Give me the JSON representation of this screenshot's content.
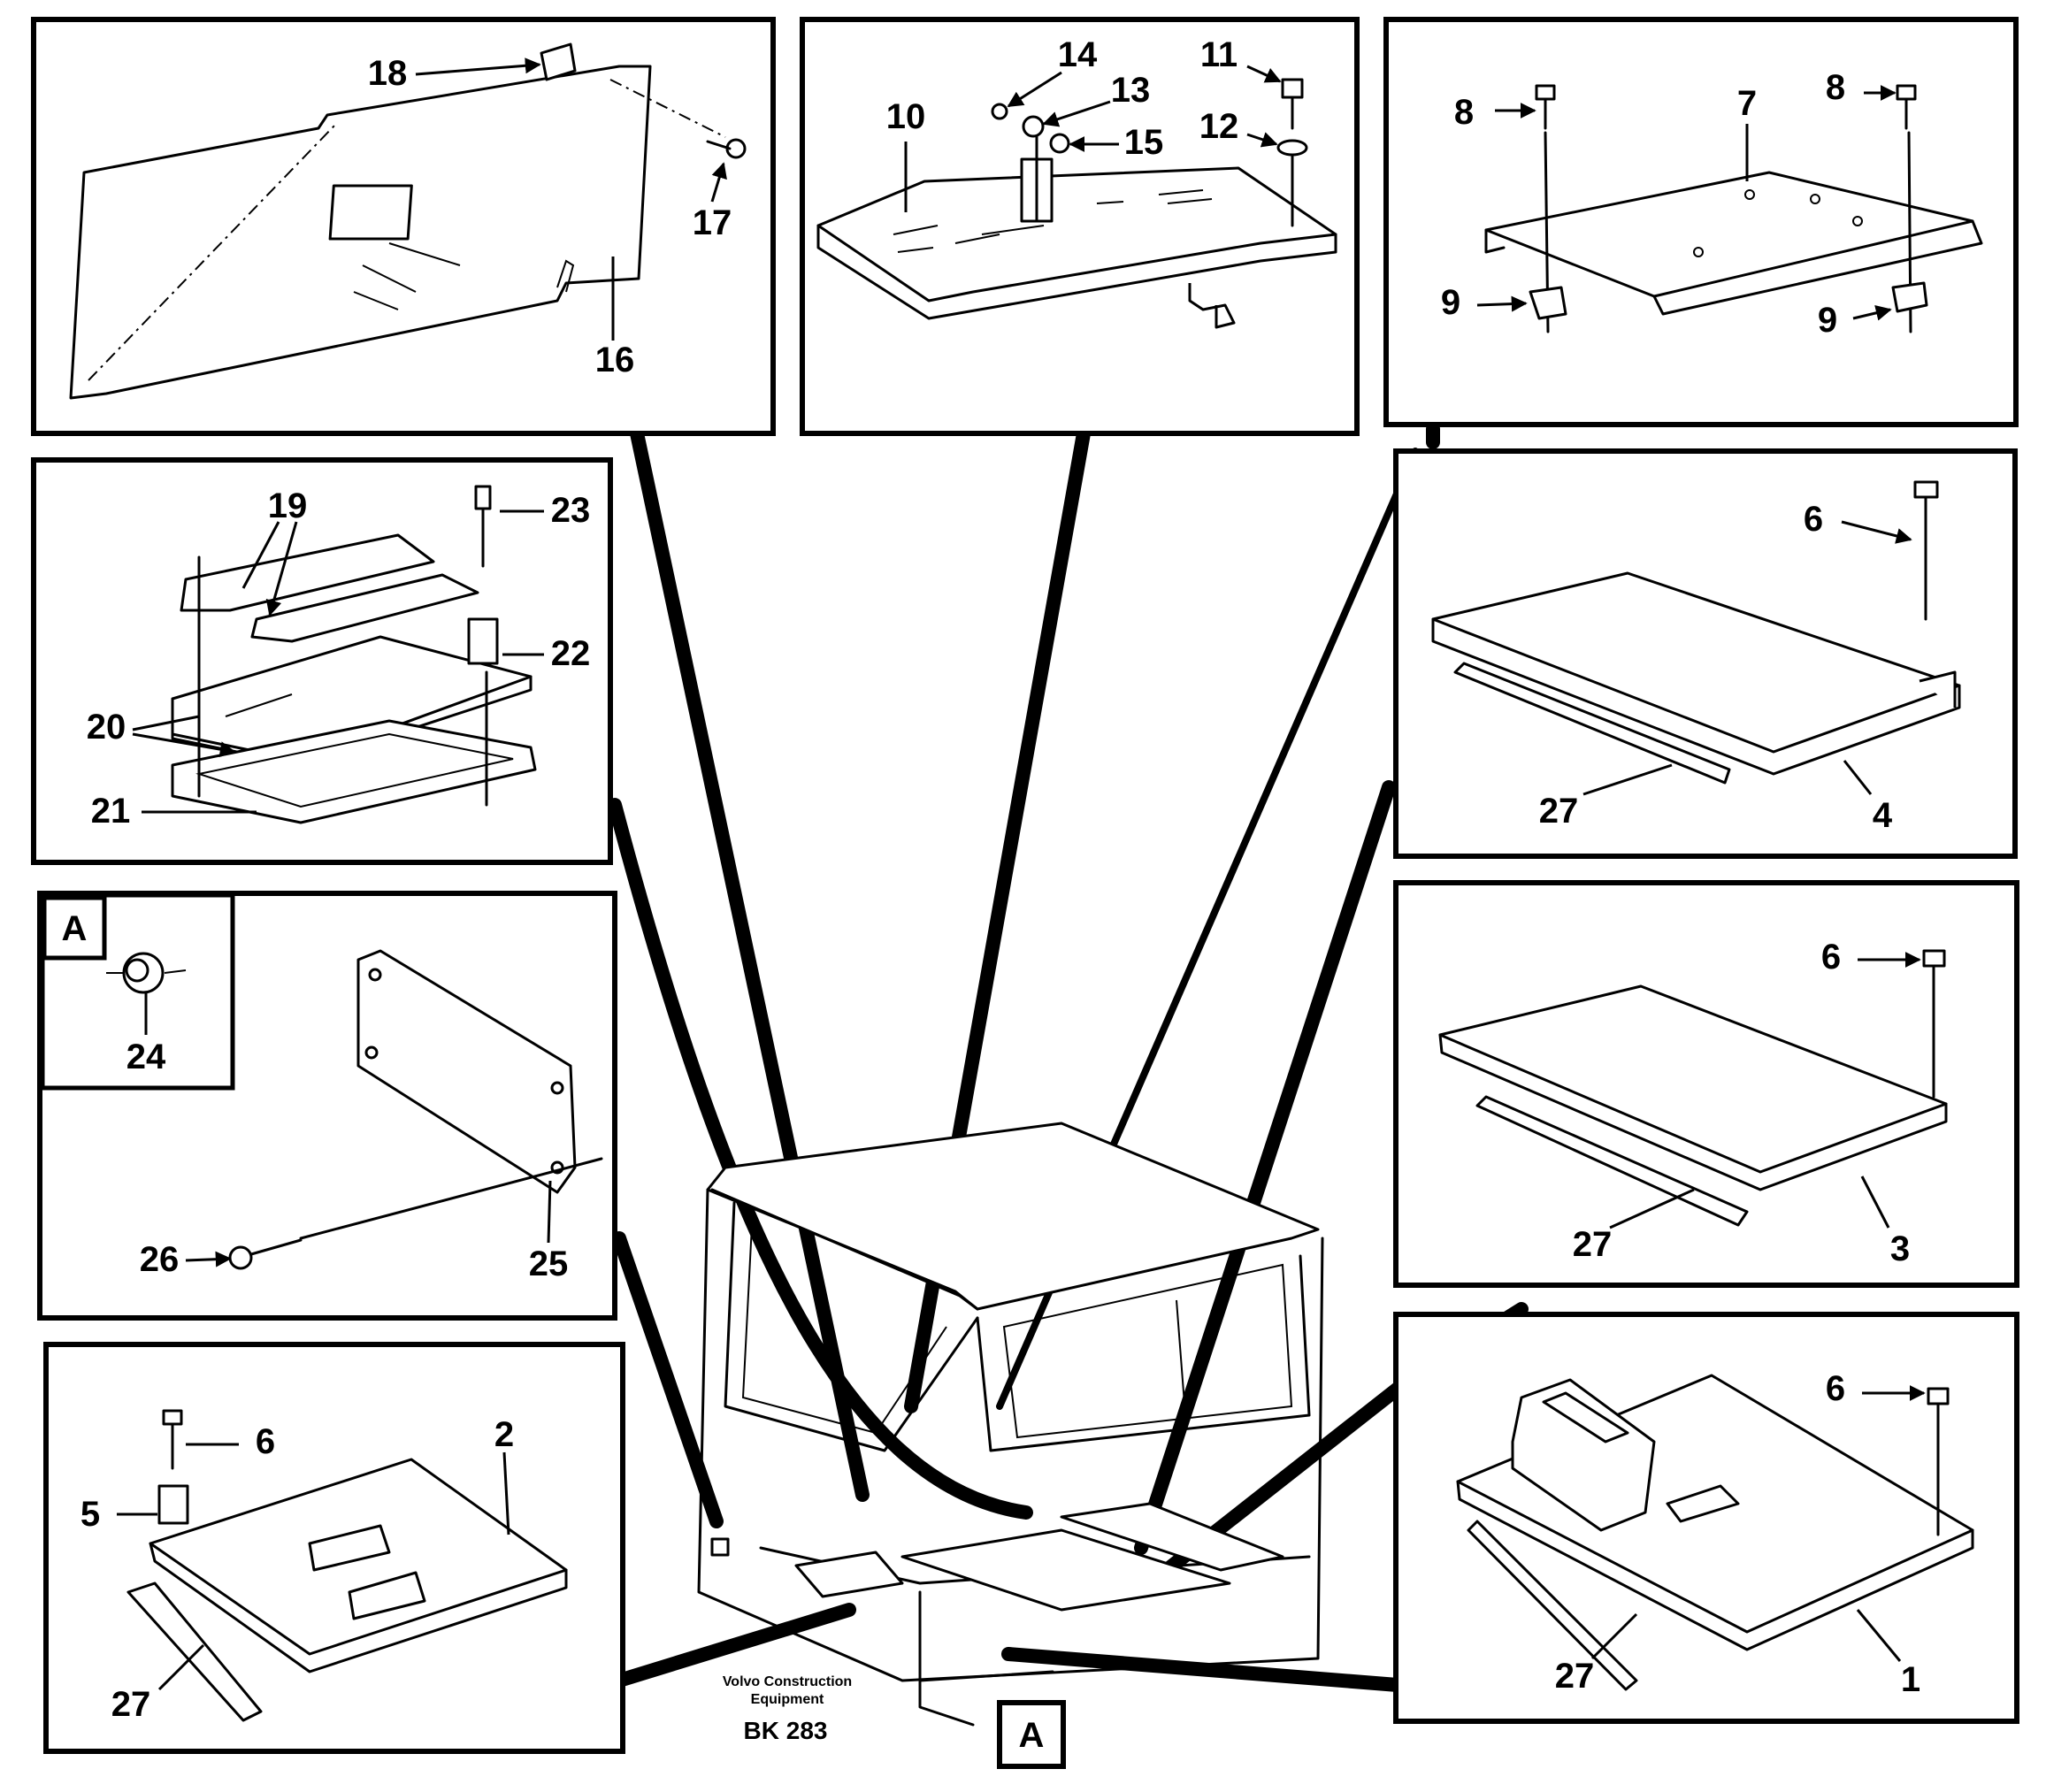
{
  "drawing_code": "BK 283",
  "maker_line1": "Volvo Construction",
  "maker_line2": "Equipment",
  "detail_label": "A",
  "part_numbers": {
    "p1": "1",
    "p2": "2",
    "p3": "3",
    "p4": "4",
    "p5": "5",
    "p6a": "6",
    "p6b": "6",
    "p6c": "6",
    "p6d": "6",
    "p7": "7",
    "p8a": "8",
    "p8b": "8",
    "p9a": "9",
    "p9b": "9",
    "p10": "10",
    "p11": "11",
    "p12": "12",
    "p13": "13",
    "p14": "14",
    "p15": "15",
    "p16": "16",
    "p17": "17",
    "p18": "18",
    "p19": "19",
    "p20": "20",
    "p21": "21",
    "p22": "22",
    "p23": "23",
    "p24": "24",
    "p25": "25",
    "p26": "26",
    "p27a": "27",
    "p27b": "27",
    "p27c": "27",
    "p27d": "27"
  }
}
